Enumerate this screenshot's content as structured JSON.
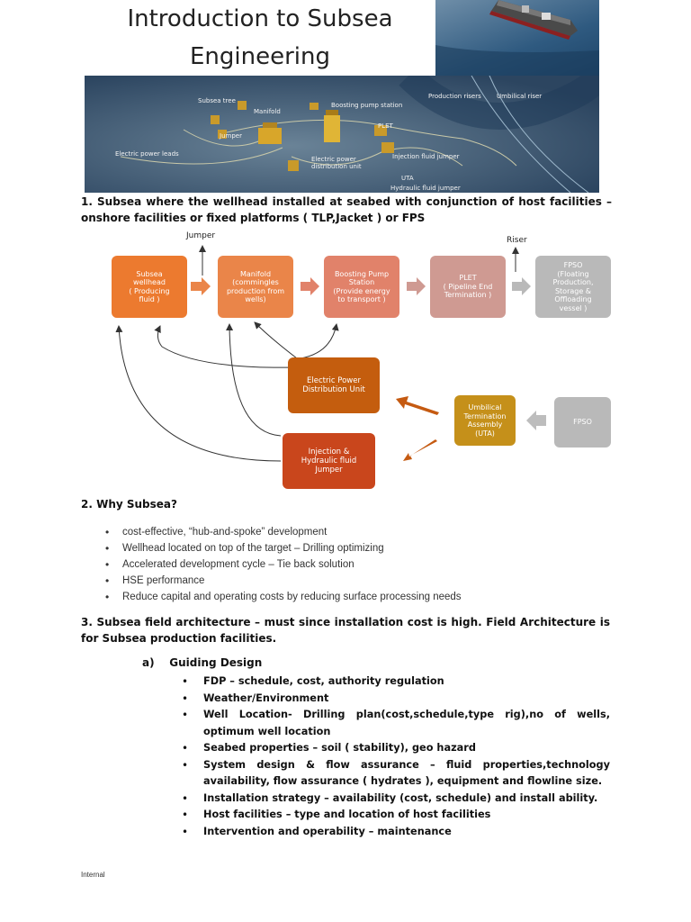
{
  "title": {
    "line1": "Introduction to Subsea",
    "line2": "Engineering"
  },
  "banner": {
    "labels": {
      "subsea_tree": "Subsea tree",
      "manifold": "Manifold",
      "boosting_pump_station": "Boosting pump station",
      "production_risers": "Production risers",
      "umbilical_riser": "Umbilical riser",
      "jumper": "Jumper",
      "plet": "PLET",
      "electric_power_leads": "Electric power leads",
      "injection_fluid_jumper": "Injection fluid jumper",
      "electric_power_distribution_unit_1": "Electric power",
      "electric_power_distribution_unit_2": "distribution unit",
      "uta": "UTA",
      "hydraulic_fluid_jumper": "Hydraulic fluid jumper"
    }
  },
  "section1": {
    "text": "1. Subsea where the wellhead installed at seabed with conjunction of host facilities – onshore facilities or fixed platforms ( TLP,Jacket ) or FPS"
  },
  "diagram": {
    "jumper_label": "Jumper",
    "riser_label": "Riser",
    "boxes": {
      "wellhead": [
        "Subsea",
        "wellhead",
        "( Producing",
        "fluid )"
      ],
      "manifold": [
        "Manifold",
        "(commingles",
        "production from",
        "wells)"
      ],
      "pump": [
        "Boosting Pump",
        "Station",
        "(Provide energy",
        "to transport )"
      ],
      "plet": [
        "PLET",
        "( Pipeline End",
        "Termination )"
      ],
      "fpso_top": [
        "FPSO",
        "(Floating",
        "Production,",
        "Storage &",
        "Offloading",
        "vessel )"
      ],
      "epdu": [
        "Electric Power",
        "Distribution Unit"
      ],
      "uta": [
        "Umbilical",
        "Termination",
        "Assembly",
        "(UTA)"
      ],
      "fpso_bottom": [
        "FPSO"
      ],
      "jumper": [
        "Injection &",
        "Hydraulic fluid",
        "Jumper"
      ]
    },
    "colors": {
      "wellhead": "#ec7a2f",
      "manifold": "#ea8549",
      "pump": "#e1826a",
      "plet": "#cf9a92",
      "fpso": "#b9b9b9",
      "epdu": "#c45d0e",
      "uta": "#c5901a",
      "jumper": "#c9461c",
      "arrow_orange": "#c55a11"
    }
  },
  "section2": {
    "heading": "2. Why Subsea?",
    "items": [
      "cost-effective, “hub-and-spoke” development",
      "Wellhead located on top of the target – Drilling optimizing",
      "Accelerated development cycle – Tie back solution",
      "HSE performance",
      "Reduce capital and operating costs by reducing surface processing needs"
    ]
  },
  "section3": {
    "text": "3. Subsea field architecture – must since installation cost is high. Field Architecture is for Subsea production facilities.",
    "sub_heading": "a)    Guiding Design",
    "items": [
      "FDP – schedule, cost, authority regulation",
      "Weather/Environment",
      "Well Location- Drilling plan(cost,schedule,type rig),no of wells, optimum well location",
      "Seabed properties – soil ( stability), geo hazard",
      "System design & flow assurance – fluid properties,technology availability, flow assurance ( hydrates ), equipment and flowline size.",
      "Installation strategy – availability (cost, schedule) and install ability.",
      "Host facilities – type and location of host facilities",
      "Intervention and operability – maintenance"
    ]
  },
  "footer": {
    "text": "Internal"
  }
}
